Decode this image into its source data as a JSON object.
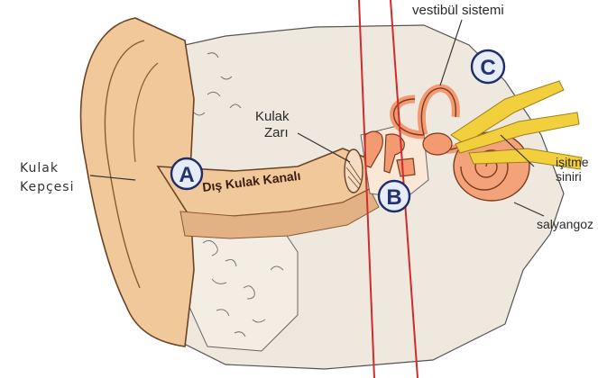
{
  "labels": {
    "vestibul": "vestibül sistemi",
    "kulak_zari_1": "Kulak",
    "kulak_zari_2": "Zarı",
    "kulak_kepcesi_1": "Kulak",
    "kulak_kepcesi_2": "Kepçesi",
    "dis_kulak_kanali": "Dış Kulak Kanalı",
    "isitme_siniri_1": "işitme",
    "isitme_siniri_2": "siniri",
    "salyangoz": "salyangoz"
  },
  "zones": {
    "a": "A",
    "b": "B",
    "c": "C"
  },
  "colors": {
    "skin": "#f0c89a",
    "skin_dark": "#c98e5c",
    "bone": "#eee8df",
    "ossicle": "#f39a72",
    "cochlea": "#f3a27a",
    "nerve": "#f2cf3c",
    "divider": "#d22b2b",
    "circle_fill": "#e6ecf8",
    "circle_stroke": "#1f2d6b"
  }
}
